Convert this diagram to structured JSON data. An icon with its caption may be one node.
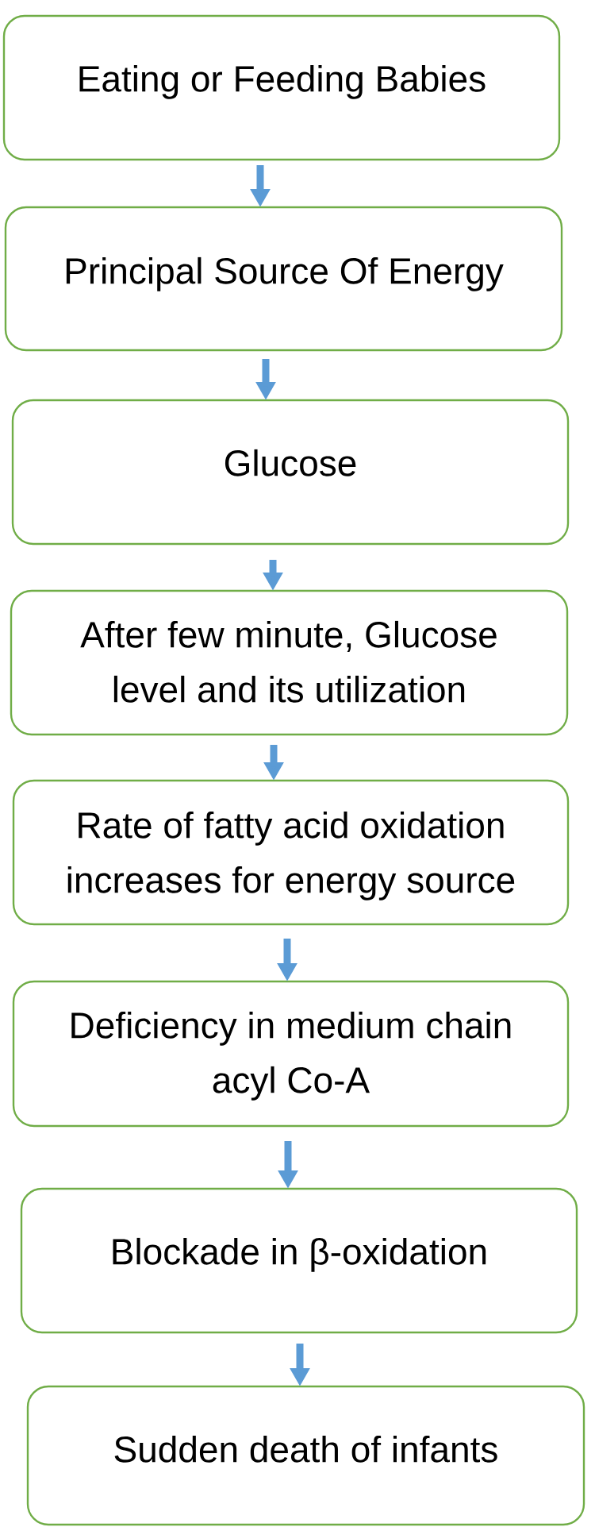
{
  "diagram": {
    "nodes": [
      {
        "text": [
          "Eating or Feeding Babies"
        ]
      },
      {
        "text": [
          "Principal Source Of Energy"
        ]
      },
      {
        "text": [
          "Glucose"
        ]
      },
      {
        "text": [
          "After few minute, Glucose level and its utilization"
        ]
      },
      {
        "text": [
          "Rate of fatty acid oxidation increases for energy source"
        ]
      },
      {
        "text": [
          "Deficiency in medium chain acyl Co-A"
        ]
      },
      {
        "text": [
          "Blockade in β-oxidation"
        ]
      },
      {
        "text": [
          "Sudden death of infants"
        ]
      }
    ],
    "edges": [
      {
        "from": 0,
        "to": 1,
        "arrow": "to"
      },
      {
        "from": 1,
        "to": 2,
        "arrow": "to"
      },
      {
        "from": 2,
        "to": 3,
        "arrow": "to"
      },
      {
        "from": 3,
        "to": 4,
        "arrow": "to"
      },
      {
        "from": 4,
        "to": 5,
        "arrow": "to"
      },
      {
        "from": 5,
        "to": 6,
        "arrow": "to"
      },
      {
        "from": 6,
        "to": 7,
        "arrow": "to"
      }
    ]
  }
}
